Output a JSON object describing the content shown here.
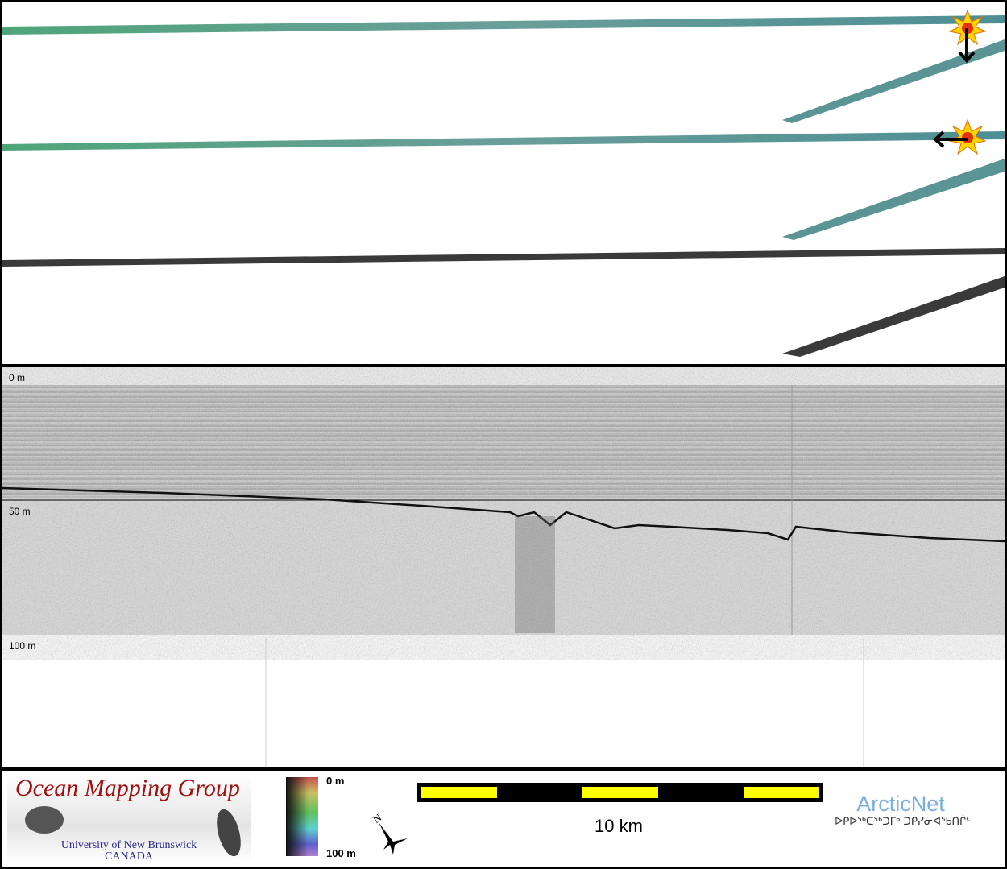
{
  "profile": {
    "depth_labels": [
      "0 m",
      "50 m",
      "100 m"
    ]
  },
  "legend": {
    "logo": {
      "title": "Ocean Mapping Group",
      "university": "University of New Brunswick",
      "country": "CANADA"
    },
    "colorbar": {
      "top_label": "0 m",
      "bottom_label": "100 m"
    },
    "north_label": "N",
    "scale_bar": {
      "label": "10 km",
      "color": "#ffff00"
    },
    "arcticnet": {
      "name": "ArcticNet",
      "syllabics": "ᐅᑭᐅᖅᑕᖅᑐᒥᒃ ᑐᑭᓯᓂᐊᖃᑎᒌᑦ"
    }
  },
  "colors": {
    "track_green": "#5a9a86",
    "track_gray": "#333333",
    "accent_red": "#a01010",
    "uni_blue": "#2a2a8a",
    "arctic_blue": "#7aaee0"
  }
}
